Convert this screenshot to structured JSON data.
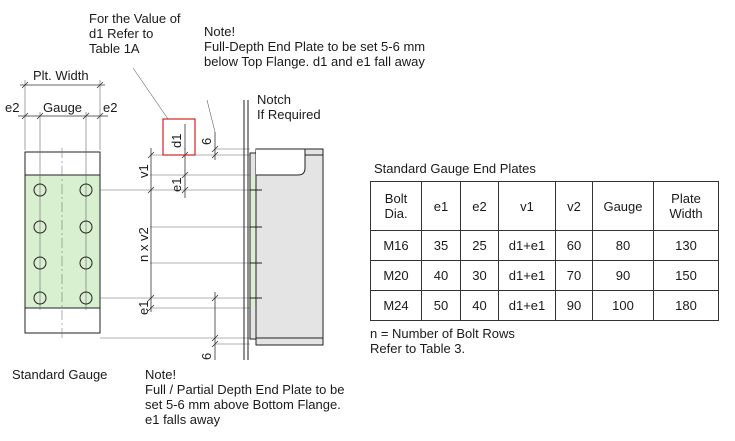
{
  "labels": {
    "plt_width": "Plt. Width",
    "gauge": "Gauge",
    "e2_left": "e2",
    "e2_right": "e2",
    "d1": "d1",
    "six_top": "6",
    "six_bottom": "6",
    "v1": "v1",
    "e1_top": "e1",
    "n_x_v2": "n x v2",
    "e1_bottom": "e1",
    "standard_gauge": "Standard Gauge"
  },
  "notes": {
    "d1_ref": [
      "For the Value of",
      "d1 Refer to",
      "Table 1A"
    ],
    "top_note": [
      "Note!",
      "Full-Depth End Plate to be set 5-6 mm",
      "below Top Flange. d1 and e1 fall away"
    ],
    "notch": [
      "Notch",
      "If Required"
    ],
    "bottom_note": [
      "Note!",
      "Full / Partial Depth End Plate to be",
      "set 5-6 mm above Bottom Flange.",
      "e1 falls away"
    ],
    "bolt_rows": [
      "n = Number of Bolt Rows",
      "Refer to Table 3."
    ]
  },
  "table": {
    "title": "Standard Gauge End Plates",
    "headers": [
      "Bolt Dia.",
      "e1",
      "e2",
      "v1",
      "v2",
      "Gauge",
      "Plate Width"
    ],
    "rows": [
      [
        "M16",
        "35",
        "25",
        "d1+e1",
        "60",
        "80",
        "130"
      ],
      [
        "M20",
        "40",
        "30",
        "d1+e1",
        "70",
        "90",
        "150"
      ],
      [
        "M24",
        "50",
        "40",
        "d1+e1",
        "90",
        "100",
        "180"
      ]
    ]
  },
  "colors": {
    "plate_fill": "#d8f0d0",
    "highlight_box": "#d42020",
    "beam_fill": "#e4e4e4"
  }
}
